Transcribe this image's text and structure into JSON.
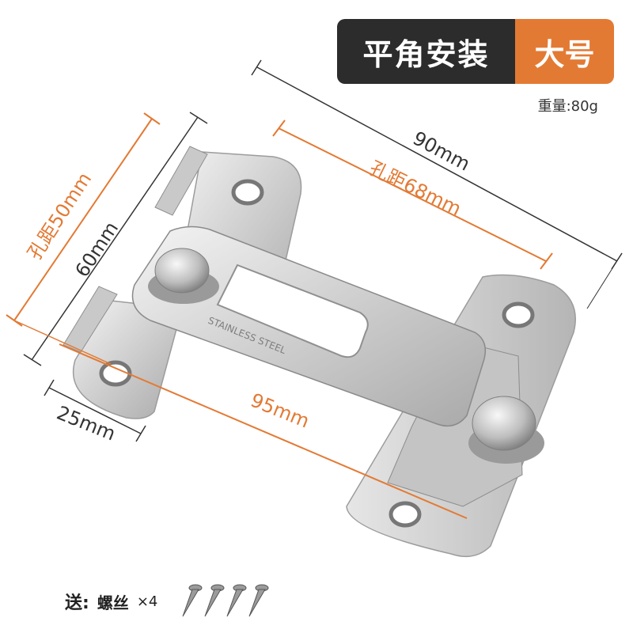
{
  "badge": {
    "install_type": "平角安装",
    "size": "大号"
  },
  "weight": "重量:80g",
  "dimensions": {
    "overall_width": "90mm",
    "hole_distance_width": "孔距68mm",
    "height": "60mm",
    "hole_distance_height": "孔距50mm",
    "bracket_width": "25mm",
    "bar_length": "95mm"
  },
  "engraving": "STAINLESS STEEL",
  "accessories": {
    "label": "送:",
    "item": "螺丝",
    "count": "×4"
  },
  "colors": {
    "badge_dark": "#2c2c2c",
    "badge_orange": "#e37a34",
    "dimension_orange": "#e37a34",
    "dimension_dark": "#333333"
  }
}
